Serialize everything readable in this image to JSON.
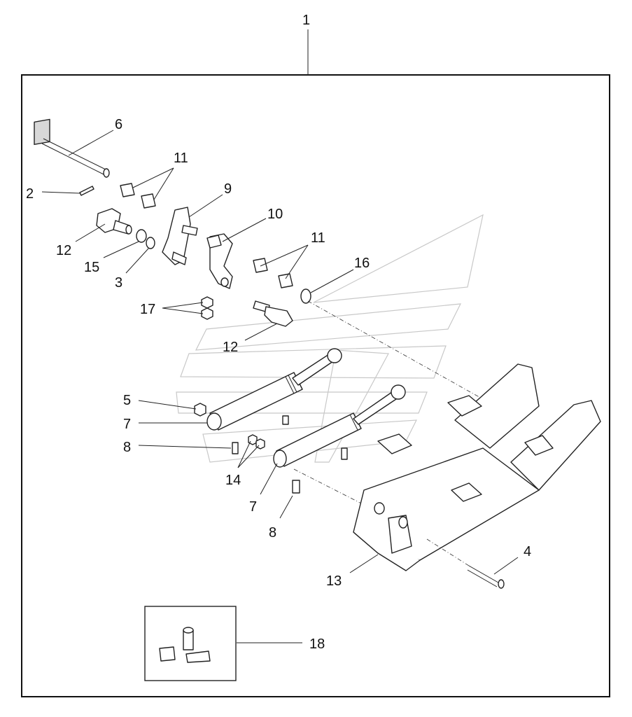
{
  "assembly_label": "1",
  "callouts": [
    {
      "id": "c6",
      "text": "6"
    },
    {
      "id": "c11a",
      "text": "11"
    },
    {
      "id": "c2",
      "text": "2"
    },
    {
      "id": "c9",
      "text": "9"
    },
    {
      "id": "c10",
      "text": "10"
    },
    {
      "id": "c12a",
      "text": "12"
    },
    {
      "id": "c15",
      "text": "15"
    },
    {
      "id": "c3",
      "text": "3"
    },
    {
      "id": "c11b",
      "text": "11"
    },
    {
      "id": "c16",
      "text": "16"
    },
    {
      "id": "c17",
      "text": "17"
    },
    {
      "id": "c12b",
      "text": "12"
    },
    {
      "id": "c5",
      "text": "5"
    },
    {
      "id": "c7a",
      "text": "7"
    },
    {
      "id": "c8a",
      "text": "8"
    },
    {
      "id": "c14",
      "text": "14"
    },
    {
      "id": "c7b",
      "text": "7"
    },
    {
      "id": "c8b",
      "text": "8"
    },
    {
      "id": "c4",
      "text": "4"
    },
    {
      "id": "c13",
      "text": "13"
    },
    {
      "id": "c18",
      "text": "18"
    }
  ]
}
